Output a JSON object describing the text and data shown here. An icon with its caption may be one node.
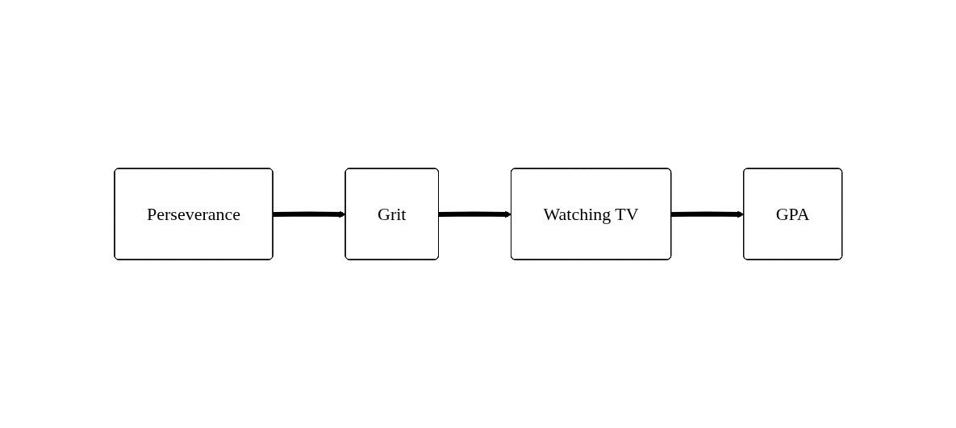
{
  "diagram": {
    "nodes": [
      {
        "text": [
          "Perseverance"
        ]
      },
      {
        "text": [
          "Grit"
        ]
      },
      {
        "text": [
          "Watching TV"
        ]
      },
      {
        "text": [
          "GPA"
        ]
      }
    ],
    "edges": [
      {
        "from": 0,
        "to": 1,
        "arrow": "to"
      },
      {
        "from": 1,
        "to": 2,
        "arrow": "to"
      },
      {
        "from": 2,
        "to": 3,
        "arrow": "to"
      }
    ]
  }
}
